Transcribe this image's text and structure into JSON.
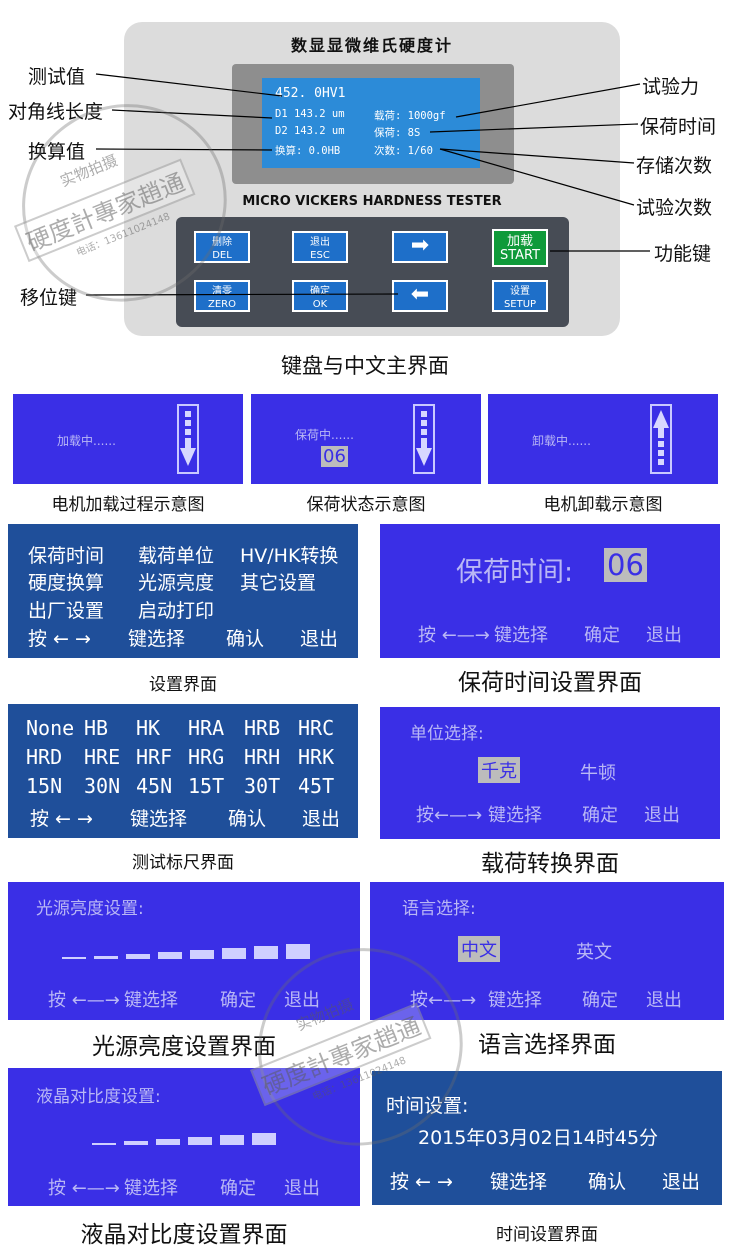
{
  "device": {
    "title": "数显显微维氏硬度计",
    "subtitle": "MICRO VICKERS HARDNESS TESTER",
    "lcd": {
      "line1": "452. 0HV1",
      "d1": "D1  143.2  um",
      "d2": "D2  143.2  um",
      "conv": "换算: 0.0HB",
      "load": "载荷: 1000gf",
      "dwell": "保荷: 8S",
      "count": "次数: 1/60"
    },
    "keys": {
      "del": [
        "删除",
        "DEL"
      ],
      "esc": [
        "退出",
        "ESC"
      ],
      "right": "➡",
      "start": [
        "加载",
        "START"
      ],
      "zero": [
        "清零",
        "ZERO"
      ],
      "ok": [
        "确定",
        "OK"
      ],
      "left": "⬅",
      "setup": [
        "设置",
        "SETUP"
      ]
    }
  },
  "callouts": {
    "left": [
      "测试值",
      "对角线长度",
      "换算值",
      "移位键"
    ],
    "right": [
      "试验力",
      "保荷时间",
      "存储次数",
      "试验次数",
      "功能键"
    ]
  },
  "captions": {
    "main": "键盘与中文主界面",
    "loading": "电机加载过程示意图",
    "holding": "保荷状态示意图",
    "unloading": "电机卸载示意图",
    "settings": "设置界面",
    "dwell_setting": "保荷时间设置界面",
    "scale": "测试标尺界面",
    "load_conv": "载荷转换界面",
    "brightness": "光源亮度设置界面",
    "language": "语言选择界面",
    "contrast": "液晶对比度设置界面",
    "time": "时间设置界面"
  },
  "screens": {
    "loading": {
      "text": "加载中......"
    },
    "holding": {
      "text": "保荷中......",
      "value": "06"
    },
    "unloading": {
      "text": "卸载中......"
    },
    "settings": {
      "rows": [
        [
          "保荷时间",
          "载荷单位",
          "HV/HK转换"
        ],
        [
          "硬度换算",
          "光源亮度",
          "其它设置"
        ],
        [
          "出厂设置",
          "启动打印",
          ""
        ]
      ],
      "nav": [
        "按 ← →",
        "键选择",
        "确认",
        "退出"
      ]
    },
    "dwell": {
      "label": "保荷时间:",
      "value": "06",
      "nav": [
        "按 ←—→",
        "键选择",
        "确定",
        "退出"
      ]
    },
    "scale": {
      "rows": [
        [
          "None",
          "HB",
          "HK",
          "HRA",
          "HRB",
          "HRC"
        ],
        [
          "HRD",
          "HRE",
          "HRF",
          "HRG",
          "HRH",
          "HRK"
        ],
        [
          "15N",
          "30N",
          "45N",
          "15T",
          "30T",
          "45T"
        ]
      ],
      "nav": [
        "按 ← →",
        "键选择",
        "确认",
        "退出"
      ]
    },
    "unit": {
      "label": "单位选择:",
      "opt1": "千克",
      "opt2": "牛顿",
      "nav": [
        "按←—→",
        "键选择",
        "确定",
        "退出"
      ]
    },
    "brightness": {
      "label": "光源亮度设置:",
      "nav": [
        "按 ←—→",
        "键选择",
        "确定",
        "退出"
      ]
    },
    "language": {
      "label": "语言选择:",
      "opt1": "中文",
      "opt2": "英文",
      "nav": [
        "按←—→",
        "键选择",
        "确定",
        "退出"
      ]
    },
    "contrast": {
      "label": "液晶对比度设置:",
      "nav": [
        "按 ←—→",
        "键选择",
        "确定",
        "退出"
      ]
    },
    "time": {
      "label": "时间设置:",
      "value": "2015年03月02日14时45分",
      "nav": [
        "按 ← →",
        "键选择",
        "确认",
        "退出"
      ]
    }
  },
  "watermark": {
    "line1": "实物拍摄",
    "line2": "硬度計專家趙通",
    "line3": "电话：13611024148"
  },
  "colors": {
    "violet": "#3a2fe6",
    "navy": "#1f4f9a",
    "lcd": "#2c8bd8",
    "start_key": "#0f9a3a",
    "key": "#1e6fc9"
  }
}
